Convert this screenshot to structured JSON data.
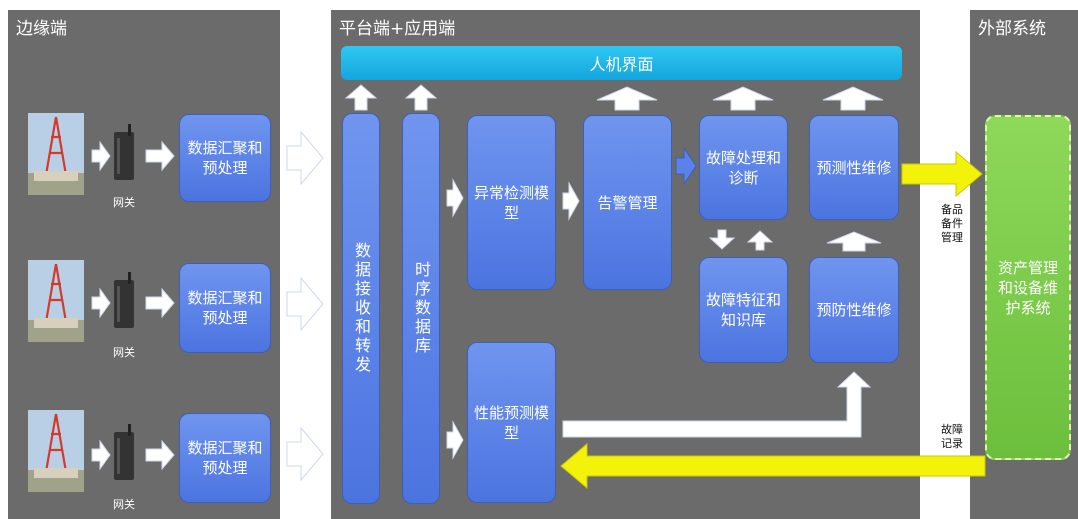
{
  "panels": {
    "edge": "边缘端",
    "platform": "平台端+应用端",
    "external": "外部系统"
  },
  "hmi": "人机界面",
  "edge_rows": [
    {
      "gateway": "网关",
      "process": "数据汇聚和预处理"
    },
    {
      "gateway": "网关",
      "process": "数据汇聚和预处理"
    },
    {
      "gateway": "网关",
      "process": "数据汇聚和预处理"
    }
  ],
  "modules": {
    "receive": "数据接收和转发",
    "tsdb": "时序数据库",
    "anomaly": "异常检测模型",
    "alarm": "告警管理",
    "fault": "故障处理和诊断",
    "predictive": "预测性维修",
    "faultkb": "故障特征和知识库",
    "preventive": "预防性维修",
    "performance": "性能预测模型"
  },
  "external_system": "资产管理和设备维护系统",
  "labels": {
    "spare": "备品备件管理",
    "faultrec": "故障记录"
  },
  "colors": {
    "panel": "#6b6b6b",
    "module": "#5b82e8",
    "banner": "#1fb4e8",
    "yellow_arrow": "#f2f20a",
    "external": "#7dcc4a"
  }
}
